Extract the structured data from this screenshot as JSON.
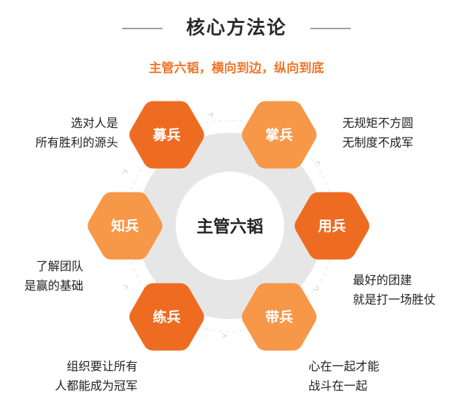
{
  "title": "核心方法论",
  "subtitle": "主管六韬，横向到边，纵向到底",
  "center": "主管六韬",
  "colors": {
    "dark_orange": "#ee6c22",
    "light_orange": "#f79748",
    "ring": "#e6e6e6",
    "accent_text": "#ee7629"
  },
  "nodes": [
    {
      "label": "募兵",
      "tone": "dark",
      "note": [
        "选对人是",
        "所有胜利的源头"
      ]
    },
    {
      "label": "掌兵",
      "tone": "light",
      "note": [
        "无规矩不方圆",
        "无制度不成军"
      ]
    },
    {
      "label": "用兵",
      "tone": "dark",
      "note": [
        "最好的团建",
        "就是打一场胜仗"
      ]
    },
    {
      "label": "带兵",
      "tone": "light",
      "note": [
        "心在一起才能",
        "战斗在一起"
      ]
    },
    {
      "label": "练兵",
      "tone": "dark",
      "note": [
        "组织要让所有",
        "人都能成为冠军"
      ]
    },
    {
      "label": "知兵",
      "tone": "light",
      "note": [
        "了解团队",
        "是赢的基础"
      ]
    }
  ]
}
